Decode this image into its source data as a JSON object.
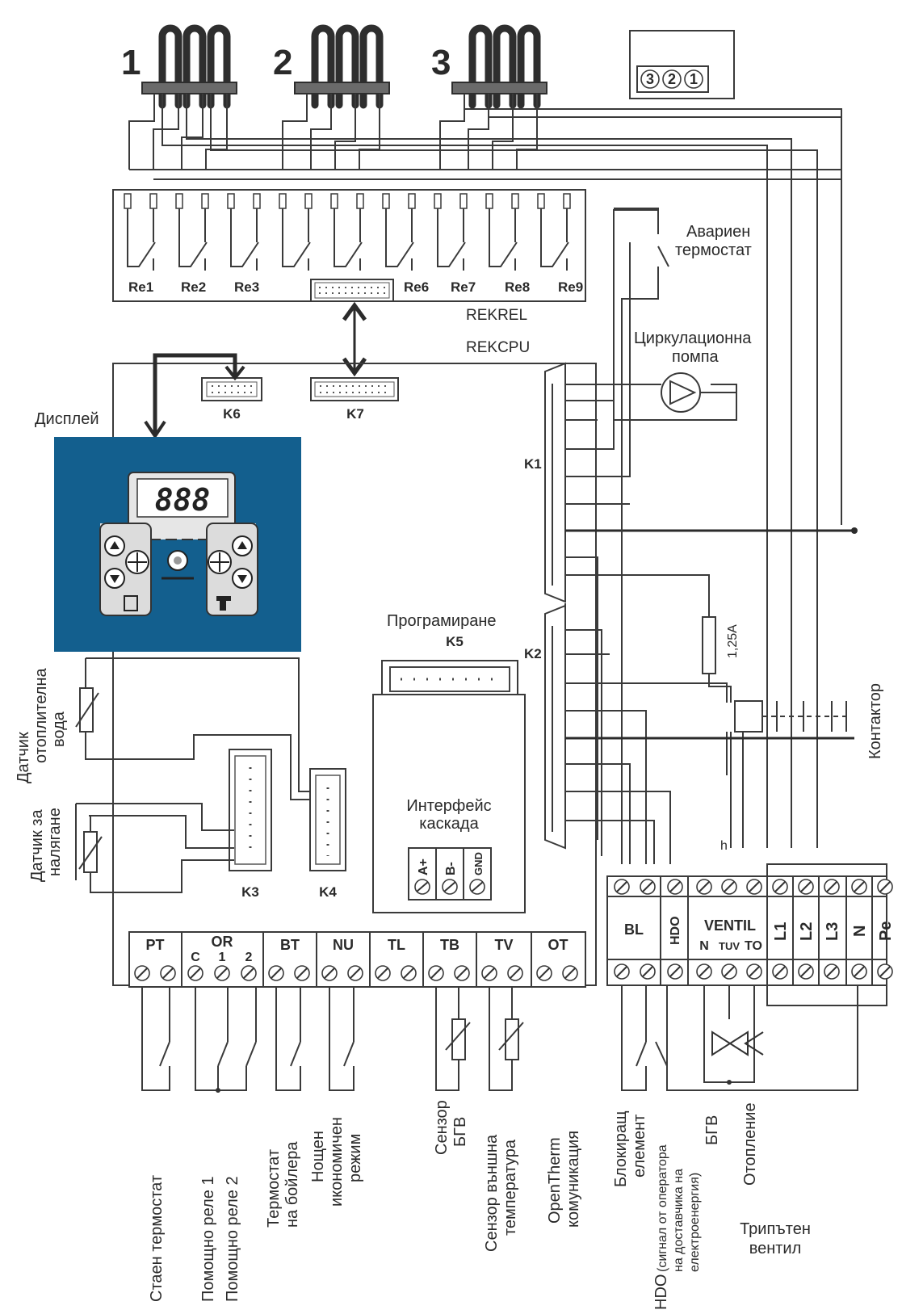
{
  "heaters": [
    "1",
    "2",
    "3"
  ],
  "heater_badge": [
    "3",
    "2",
    "1"
  ],
  "relays": [
    "Re1",
    "Re2",
    "Re3",
    "Re6",
    "Re7",
    "Re8",
    "Re9"
  ],
  "boards": {
    "rekrel": "REKREL",
    "rekcpu": "REKCPU"
  },
  "connectors": {
    "k1": "K1",
    "k2": "K2",
    "k3": "K3",
    "k4": "K4",
    "k5": "K5",
    "k6": "K6",
    "k7": "K7"
  },
  "labels": {
    "emergency_thermostat": [
      "Авариен",
      "термостат"
    ],
    "circ_pump": [
      "Циркулационна",
      "помпа"
    ],
    "display": "Дисплей",
    "display_digits": "888",
    "programming": "Програмиране",
    "cascade_interface": [
      "Интерфейс",
      "каскада"
    ],
    "cascade_terms": [
      "A+",
      "B-",
      "GND"
    ],
    "fuse": "1,25A",
    "contactor": "Контактор",
    "heating_water_sensor": [
      "Датчик",
      "отоплителна",
      "вода"
    ],
    "pressure_sensor": [
      "Датчик за",
      "налягане"
    ],
    "h_mark": "h"
  },
  "terminals_left": [
    {
      "group": "PT",
      "subs": []
    },
    {
      "group": "OR",
      "subs": [
        "C",
        "1",
        "2"
      ]
    },
    {
      "group": "BT",
      "subs": []
    },
    {
      "group": "NU",
      "subs": []
    },
    {
      "group": "TL",
      "subs": []
    },
    {
      "group": "TB",
      "subs": []
    },
    {
      "group": "TV",
      "subs": []
    },
    {
      "group": "OT",
      "subs": []
    }
  ],
  "terminals_right": {
    "bl": "BL",
    "hdo": "HDO",
    "ventil": "VENTIL",
    "ventil_subs": [
      "N",
      "TUV",
      "TO"
    ],
    "phases": [
      "L1",
      "L2",
      "L3",
      "N",
      "Pe"
    ]
  },
  "bottom_labels": {
    "room_thermostat": "Стаен термостат",
    "aux_relay_1": "Помощно реле 1",
    "aux_relay_2": "Помощно реле 2",
    "boiler_thermostat": [
      "Термостат",
      "на бойлера"
    ],
    "night_mode": [
      "Нощен",
      "икономичен",
      "режим"
    ],
    "dhw_sensor": [
      "Сензор",
      "БГВ"
    ],
    "outdoor_sensor": [
      "Сензор външна",
      "температура"
    ],
    "opentherm": [
      "OpenTherm",
      "комуникация"
    ],
    "blocking": [
      "Блокиращ",
      "елемент"
    ],
    "hdo_signal": "HDO",
    "hdo_note": [
      "(сигнал от оператора",
      "на доставчика на",
      "електроенергия)"
    ],
    "dhw": "БГВ",
    "heating": "Отопление",
    "three_way_valve": [
      "Трипътен",
      "вентил"
    ]
  }
}
